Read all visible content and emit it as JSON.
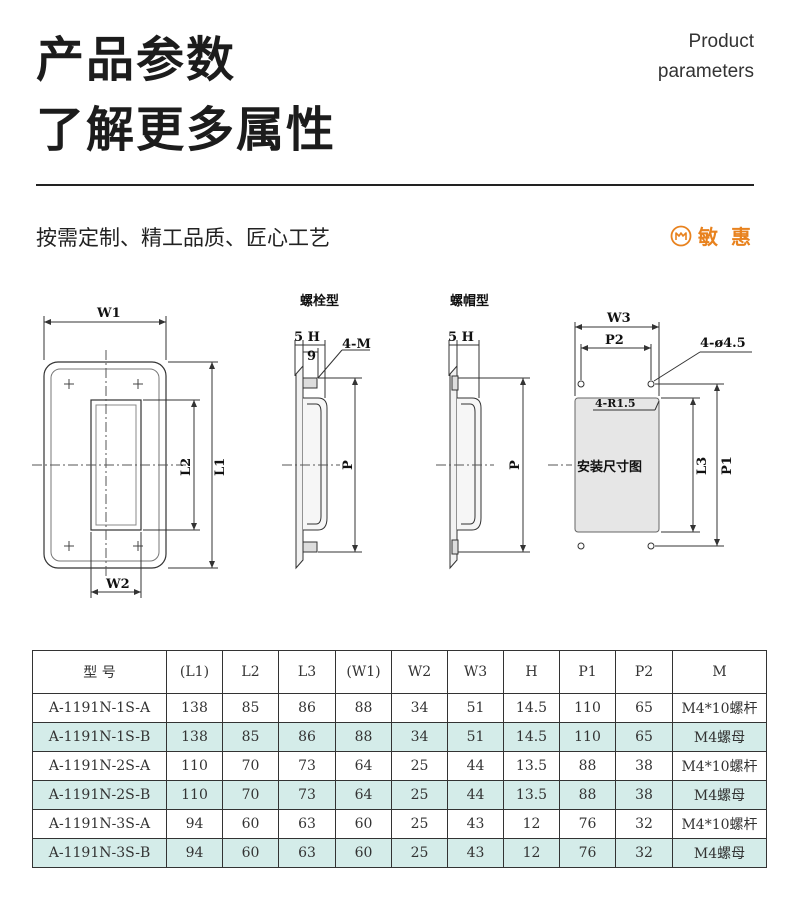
{
  "header": {
    "title_line1": "产品参数",
    "title_line2": "了解更多属性",
    "english_line1": "Product",
    "english_line2": "parameters"
  },
  "slogan": "按需定制、精工品质、匠心工艺",
  "brand": {
    "name": "敏 惠",
    "color": "#e8821e",
    "logo_icon": "minhui-logo-icon"
  },
  "drawing": {
    "front_view": {
      "w1": "W1",
      "l1": "L1",
      "l2": "L2",
      "w2": "W2"
    },
    "bolt_type": {
      "caption": "螺栓型",
      "h": "5 H",
      "nine": "9",
      "thread": "4-M",
      "p": "P"
    },
    "nut_type": {
      "caption": "螺帽型",
      "h": "5 H",
      "p": "P"
    },
    "cutout": {
      "w3": "W3",
      "p2": "P2",
      "holes": "4-ø4.5",
      "radius": "4-R1.5",
      "label": "安装尺寸图",
      "l3": "L3",
      "p1": "P1"
    }
  },
  "table": {
    "header_bg": "#ffffff",
    "tint_color": "#d4ece9",
    "columns": [
      "型 号",
      "(L1)",
      "L2",
      "L3",
      "(W1)",
      "W2",
      "W3",
      "H",
      "P1",
      "P2",
      "M"
    ],
    "rows": [
      [
        "A-1191N-1S-A",
        "138",
        "85",
        "86",
        "88",
        "34",
        "51",
        "14.5",
        "110",
        "65",
        "M4*10螺杆"
      ],
      [
        "A-1191N-1S-B",
        "138",
        "85",
        "86",
        "88",
        "34",
        "51",
        "14.5",
        "110",
        "65",
        "M4螺母"
      ],
      [
        "A-1191N-2S-A",
        "110",
        "70",
        "73",
        "64",
        "25",
        "44",
        "13.5",
        "88",
        "38",
        "M4*10螺杆"
      ],
      [
        "A-1191N-2S-B",
        "110",
        "70",
        "73",
        "64",
        "25",
        "44",
        "13.5",
        "88",
        "38",
        "M4螺母"
      ],
      [
        "A-1191N-3S-A",
        "94",
        "60",
        "63",
        "60",
        "25",
        "43",
        "12",
        "76",
        "32",
        "M4*10螺杆"
      ],
      [
        "A-1191N-3S-B",
        "94",
        "60",
        "63",
        "60",
        "25",
        "43",
        "12",
        "76",
        "32",
        "M4螺母"
      ]
    ]
  }
}
